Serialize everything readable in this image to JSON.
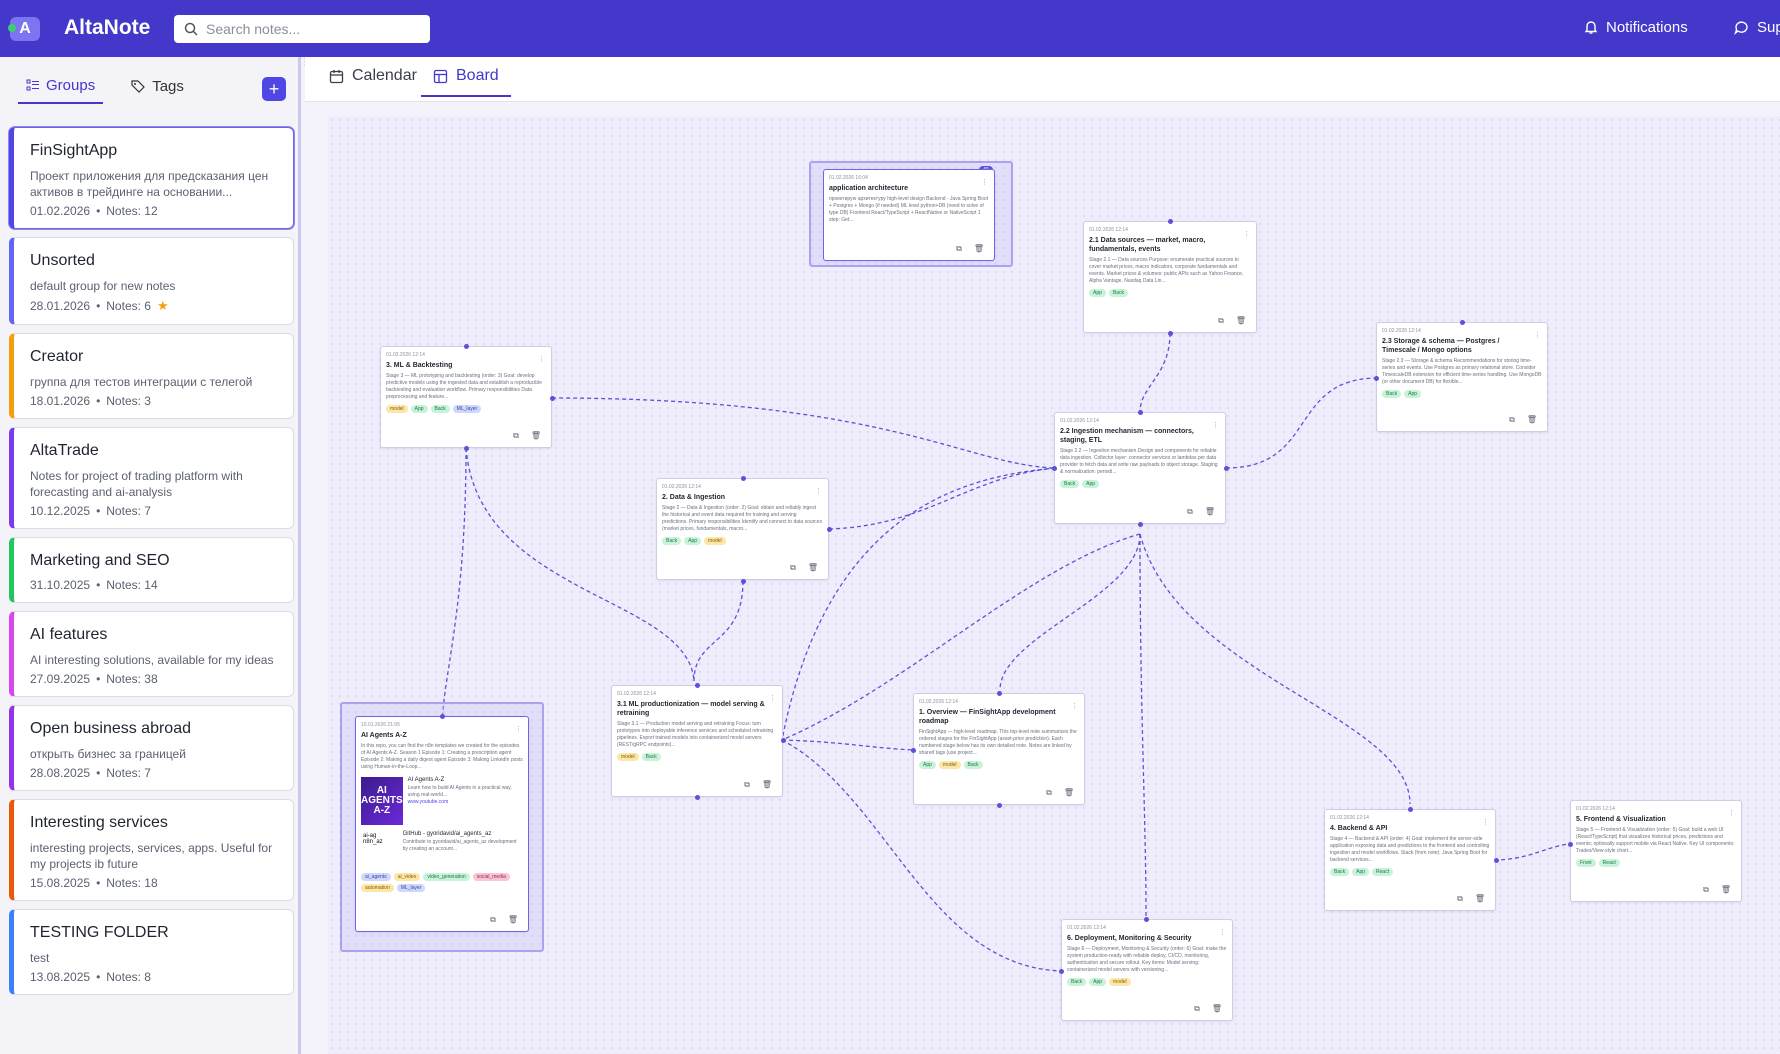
{
  "app": {
    "logo_letter": "A",
    "name": "AltaNote"
  },
  "search": {
    "placeholder": "Search notes..."
  },
  "header": {
    "notifications": "Notifications",
    "support": "Sup"
  },
  "sidebar": {
    "tabs": [
      {
        "label": "Groups"
      },
      {
        "label": "Tags"
      }
    ],
    "add_symbol": "+",
    "groups": [
      {
        "title": "FinSightApp",
        "desc": "Проект приложения для предсказания цен активов в трейдинге на основании...",
        "date": "01.02.2026",
        "notes": "Notes: 12",
        "color": "#4f46e5"
      },
      {
        "title": "Unsorted",
        "desc": "default group for new notes",
        "date": "28.01.2026",
        "notes": "Notes: 6",
        "color": "#6366f1",
        "starred": true
      },
      {
        "title": "Creator",
        "desc": "группа для тестов интеграции с телегой",
        "date": "18.01.2026",
        "notes": "Notes: 3",
        "color": "#f59e0b"
      },
      {
        "title": "AltaTrade",
        "desc": "Notes for project of trading platform with forecasting and ai-analysis",
        "date": "10.12.2025",
        "notes": "Notes: 7",
        "color": "#7c3aed"
      },
      {
        "title": "Marketing and SEO",
        "desc": "",
        "date": "31.10.2025",
        "notes": "Notes: 14",
        "color": "#22c55e"
      },
      {
        "title": "AI features",
        "desc": "AI interesting solutions, available for my ideas",
        "date": "27.09.2025",
        "notes": "Notes: 38",
        "color": "#d946ef"
      },
      {
        "title": "Open business abroad",
        "desc": "открыть бизнес за границей",
        "date": "28.08.2025",
        "notes": "Notes: 7",
        "color": "#9333ea"
      },
      {
        "title": "Interesting services",
        "desc": "interesting projects, services, apps. Useful for my projects ib future",
        "date": "15.08.2025",
        "notes": "Notes: 18",
        "color": "#ea580c"
      },
      {
        "title": "TESTING FOLDER",
        "desc": "test",
        "date": "13.08.2025",
        "notes": "Notes: 8",
        "color": "#3b82f6"
      }
    ]
  },
  "views": {
    "calendar": "Calendar",
    "board": "Board"
  },
  "board": {
    "cards": {
      "arch": {
        "date": "01.02.2026 16:04",
        "title": "application architecture",
        "body": "проектирую архитектуру high-level design Backend - Java Spring Boot + Postgres + Mongo (if needed) ML level python+DB (need to solve of type DB) Frontend React/TypeScript + ReactNative or NativeScript 1 step: Get..."
      },
      "ds": {
        "date": "01.02.2026 12:14",
        "title": "2.1 Data sources — market, macro, fundamentals, events",
        "body": "Stage 2.1 — Data sources Purpose: enumerate practical sources to cover market prices, macro indicators, corporate fundamentals and events. Market prices & volumes: public APIs such as Yahoo Finance, Alpha Vantage, Nasdaq Data Lin...",
        "tags": [
          "App",
          "Back"
        ]
      },
      "ml": {
        "date": "01.02.2026 12:14",
        "title": "3. ML & Backtesting",
        "body": "Stage 3 — ML prototyping and backtesting (order: 3) Goal: develop predictive models using the ingested data and establish a reproducible backtesting and evaluation workflow. Primary responsibilities Data preprocessing and feature...",
        "tags": [
          "model",
          "App",
          "Back",
          "ML_layer"
        ]
      },
      "storage": {
        "date": "01.02.2026 12:14",
        "title": "2.3 Storage & schema — Postgres / Timescale / Mongo options",
        "body": "Stage 2.3 — Storage & schema Recommendations for storing time-series and events. Use Postgres as primary relational store. Consider TimescaleDB extension for efficient time-series handling. Use MongoDB (or other document DB) for flexible...",
        "tags": [
          "Back",
          "App"
        ]
      },
      "ingest": {
        "date": "01.02.2026 12:14",
        "title": "2.2 Ingestion mechanism — connectors, staging, ETL",
        "body": "Stage 2.2 — Ingestion mechanism Design and components for reliable data ingestion. Collector layer: connector services or lambdas per data provider to fetch data and write raw payloads to object storage. Staging & normalization: periodi...",
        "tags": [
          "Back",
          "App"
        ]
      },
      "data": {
        "date": "01.02.2026 12:14",
        "title": "2. Data & Ingestion",
        "body": "Stage 2 — Data & Ingestion (order: 2) Goal: obtain and reliably ingest the historical and event data required for training and serving predictions. Primary responsibilities Identify and connect to data sources (market prices, fundamentals, macro...",
        "tags": [
          "Back",
          "App",
          "model"
        ]
      },
      "agents": {
        "date": "10.01.2026 21:05",
        "title": "AI Agents A-Z",
        "body": "In this repo, you can find the n8n templates we created for the episodes of AI Agents A-Z. Season 1 Episode 1: Creating a prescription agent Episode 2: Making a daily digest agent Episode 3: Making LinkedIn posts using Human-in-the-Loop...",
        "thumb": "AI AGENTS A-Z",
        "link1_title": "AI Agents A-Z",
        "link1_body": "Learn how to build AI Agents in a practical way, using real-world...",
        "link1_url": "www.youtube.com",
        "thumb2": "ai-ag n8n_az",
        "link2_title": "GitHub - gyoridavid/ai_agents_az",
        "link2_body": "Contribute to gyoridavid/ai_agents_az development by creating an account...",
        "tags": [
          "ai_agents",
          "ai_video",
          "video_generation",
          "social_media",
          "automation",
          "ML_layer"
        ]
      },
      "mlprod": {
        "date": "01.02.2026 12:14",
        "title": "3.1 ML productionization — model serving & retraining",
        "body": "Stage 3.1 — Production model serving and retraining Focus: turn prototypes into deployable inference services and scheduled retraining pipelines. Export trained models into containerized model servers (REST/gRPC endpoints)...",
        "tags": [
          "model",
          "Back"
        ]
      },
      "overview": {
        "date": "01.02.2026 12:14",
        "title": "1. Overview — FinSightApp development roadmap",
        "body": "FinSightApp — high-level roadmap. This top-level note summarizes the ordered stages for the FinSightApp (asset-price prediction). Each numbered stage below has its own detailed note. Notes are linked by shared tags (use project...",
        "tags": [
          "App",
          "model",
          "Back"
        ]
      },
      "backend": {
        "date": "01.02.2026 12:14",
        "title": "4. Backend & API",
        "body": "Stage 4 — Backend & API (order: 4) Goal: implement the server-side application exposing data and predictions to the frontend and controlling ingestion and model workflows. Stack (from note): Java Spring Boot for backend services...",
        "tags": [
          "Back",
          "App",
          "React"
        ]
      },
      "frontend": {
        "date": "01.02.2026 12:14",
        "title": "5. Frontend & Visualization",
        "body": "Stage 5 — Frontend & Visualization (order: 5) Goal: build a web UI (React/TypeScript) that visualizes historical prices, predictions and events; optionally support mobile via React Native. Key UI components: Trades/View-style chart...",
        "tags": [
          "Front",
          "React"
        ]
      },
      "deploy": {
        "date": "01.02.2026 12:14",
        "title": "6. Deployment, Monitoring & Security",
        "body": "Stage 6 — Deployment, Monitoring & Security (order: 6) Goal: make the system production-ready with reliable deploy, CI/CD, monitoring, authentication and secure rollout. Key items: Model serving: containerized model servers with versioning...",
        "tags": [
          "Back",
          "App",
          "model"
        ]
      }
    },
    "frame_badge": "40"
  },
  "colors": {
    "accent": "#4338ca",
    "edge": "#5b52d8"
  }
}
